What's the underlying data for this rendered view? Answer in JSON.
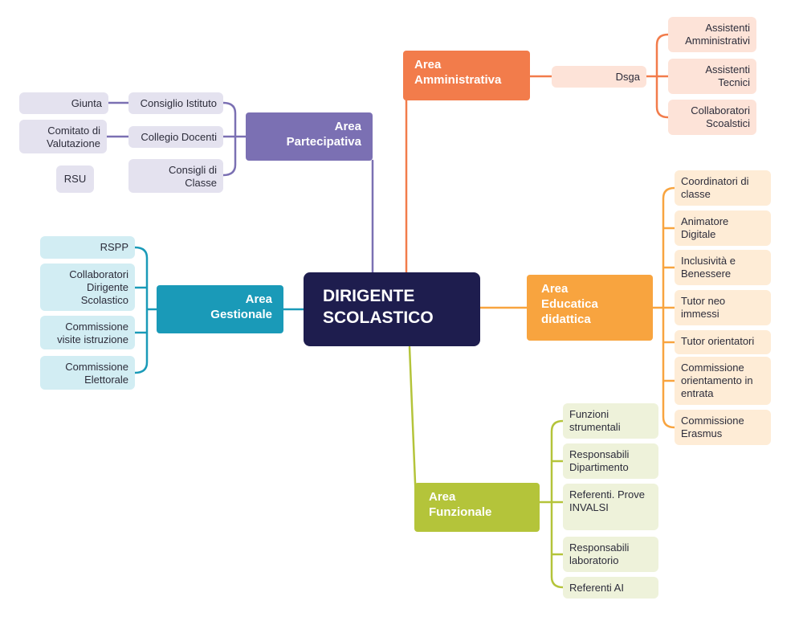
{
  "colors": {
    "root": "#1e1d4e",
    "partecipativa": "#7b70b3",
    "amministrativa": "#f27c4b",
    "gestionale": "#1a9ab8",
    "educativa": "#f8a43f",
    "funzionale": "#b4c43a"
  },
  "root": {
    "label": "DIRIGENTE\nSCOLASTICO"
  },
  "partecipativa": {
    "label": "Area\nPartecipativa",
    "children": [
      "Consiglio Istituto",
      "Collegio Docenti",
      "Consigli di\nClasse"
    ],
    "grandchildren": [
      "Giunta",
      "Comitato di\nValutazione"
    ],
    "extra": "RSU"
  },
  "amministrativa": {
    "label": "Area\nAmministrativa",
    "child": "Dsga",
    "grandchildren": [
      "Assistenti\nAmministrativi",
      "Assistenti\nTecnici",
      "Collaboratori\nScoalstici"
    ]
  },
  "gestionale": {
    "label": "Area\nGestionale",
    "children": [
      "RSPP",
      "Collaboratori\nDirigente\nScolastico",
      "Commissione\nvisite istruzione",
      "Commissione\nElettorale"
    ]
  },
  "educativa": {
    "label": "Area\nEducatica\ndidattica",
    "children": [
      "Coordinatori di\nclasse",
      "Animatore\nDigitale",
      "Inclusività e\nBenessere",
      "Tutor neo\nimmessi",
      "Tutor orientatori",
      "Commissione\norientamento in\nentrata",
      "Commissione\nErasmus"
    ]
  },
  "funzionale": {
    "label": "Area\nFunzionale",
    "children": [
      "Funzioni\nstrumentali",
      "Responsabili\nDipartimento",
      "Referenti. Prove\nINVALSI",
      "Responsabili\nlaboratorio",
      "Referenti AI"
    ]
  }
}
